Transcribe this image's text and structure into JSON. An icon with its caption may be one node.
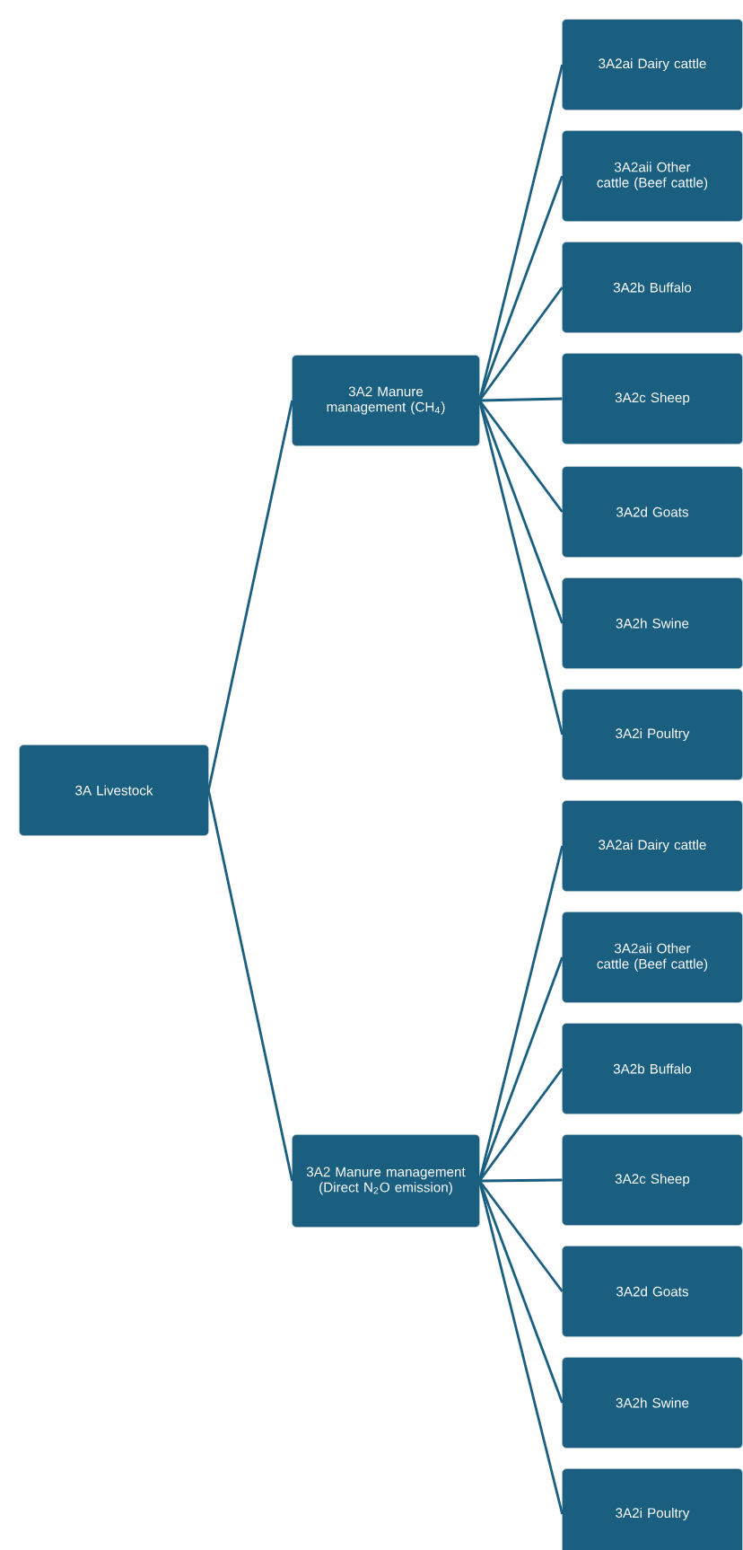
{
  "diagram": {
    "nodes": [
      {
        "text": [
          "3A Livestock"
        ]
      },
      {
        "text": [
          "3A2 Manure management (CH$_{4}$)"
        ]
      },
      {
        "text": [
          "3A2ai Dairy cattle"
        ]
      },
      {
        "text": [
          "3A2aii Other cattle (Beef cattle)"
        ]
      },
      {
        "text": [
          "3A2b Buffalo"
        ]
      },
      {
        "text": [
          "3A2c Sheep"
        ]
      },
      {
        "text": [
          "3A2d Goats"
        ]
      },
      {
        "text": [
          "3A2h Swine"
        ]
      },
      {
        "text": [
          "3A2i Poultry"
        ]
      },
      {
        "text": [
          "3A2 Manure management (Direct N$_{2}$O emission)"
        ]
      },
      {
        "text": [
          "3A2ai Dairy cattle"
        ]
      },
      {
        "text": [
          "3A2aii Other cattle (Beef cattle)"
        ]
      },
      {
        "text": [
          "3A2b Buffalo"
        ]
      },
      {
        "text": [
          "3A2c Sheep"
        ]
      },
      {
        "text": [
          "3A2d Goats"
        ]
      },
      {
        "text": [
          "3A2h Swine"
        ]
      },
      {
        "text": [
          "3A2i Poultry"
        ]
      }
    ],
    "edges": [
      {
        "from": 0,
        "to": 1,
        "arrow": "none"
      },
      {
        "from": 0,
        "to": 9,
        "arrow": "none"
      },
      {
        "from": 1,
        "to": 2,
        "arrow": "none"
      },
      {
        "from": 1,
        "to": 3,
        "arrow": "none"
      },
      {
        "from": 1,
        "to": 4,
        "arrow": "none"
      },
      {
        "from": 1,
        "to": 5,
        "arrow": "none"
      },
      {
        "from": 1,
        "to": 6,
        "arrow": "none"
      },
      {
        "from": 1,
        "to": 7,
        "arrow": "none"
      },
      {
        "from": 1,
        "to": 8,
        "arrow": "none"
      },
      {
        "from": 9,
        "to": 10,
        "arrow": "none"
      },
      {
        "from": 9,
        "to": 11,
        "arrow": "none"
      },
      {
        "from": 9,
        "to": 12,
        "arrow": "none"
      },
      {
        "from": 9,
        "to": 13,
        "arrow": "none"
      },
      {
        "from": 9,
        "to": 14,
        "arrow": "none"
      },
      {
        "from": 9,
        "to": 15,
        "arrow": "none"
      },
      {
        "from": 9,
        "to": 16,
        "arrow": "none"
      }
    ]
  }
}
